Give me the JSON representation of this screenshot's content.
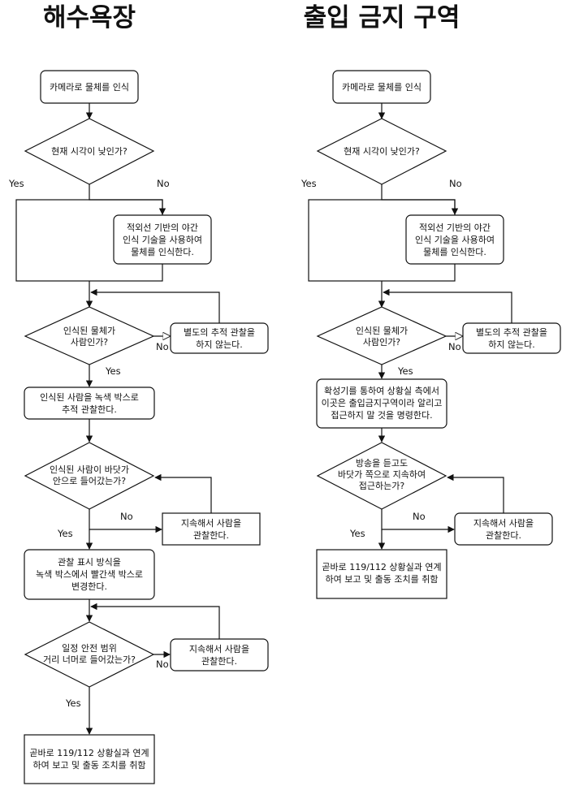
{
  "left_flow": {
    "title": "해수욕장",
    "n1": "카메라로 물체를 인식",
    "d1": "현재 시각이 낮인가?",
    "yes": "Yes",
    "no": "No",
    "n2": [
      "적외선 기반의 야간",
      "인식 기술을 사용하여",
      "물체를 인식한다."
    ],
    "d2": [
      "인식된 물체가",
      "사람인가?"
    ],
    "n3": [
      "별도의 추적 관찰을",
      "하지 않는다."
    ],
    "n4": [
      "인식된 사람을 녹색 박스로",
      "추적 관찰한다."
    ],
    "d3": [
      "인식된 사람이 바닷가",
      "안으로 들어갔는가?"
    ],
    "n5": [
      "지속해서 사람을",
      "관찰한다."
    ],
    "n6": [
      "관찰 표시 방식을",
      "녹색 박스에서 빨간색 박스로",
      "변경한다."
    ],
    "d4": [
      "일정 안전 범위",
      "거리 너머로 들어갔는가?"
    ],
    "n7": [
      "지속해서 사람을",
      "관찰한다."
    ],
    "n8": [
      "곧바로 119/112 상황실과 연계",
      "하여 보고 및 출동 조치를 취함"
    ]
  },
  "right_flow": {
    "title": "출입 금지 구역",
    "n1": "카메라로 물체를 인식",
    "d1": "현재 시각이 낮인가?",
    "yes": "Yes",
    "no": "No",
    "n2": [
      "적외선 기반의 야간",
      "인식 기술을 사용하여",
      "물체를 인식한다."
    ],
    "d2": [
      "인식된 물체가",
      "사람인가?"
    ],
    "n3": [
      "별도의 추적 관찰을",
      "하지 않는다."
    ],
    "n4": [
      "확성기를 통하여 상황실 측에서",
      "이곳은 출입금지구역이라 알리고",
      "접근하지 말 것을 명령한다."
    ],
    "d3": [
      "방송을 듣고도",
      "바닷가 쪽으로 지속하여",
      "접근하는가?"
    ],
    "n5": [
      "지속해서 사람을",
      "관찰한다."
    ],
    "n6": [
      "곧바로 119/112 상황실과 연계",
      "하여 보고 및 출동 조치를 취함"
    ]
  }
}
